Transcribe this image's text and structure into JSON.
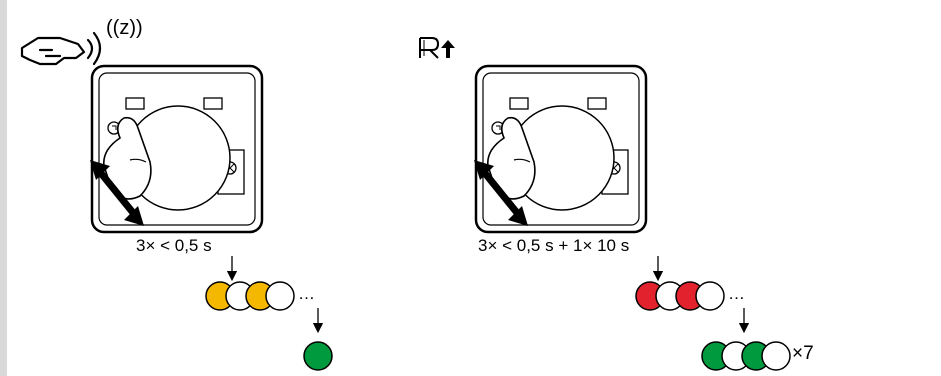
{
  "colors": {
    "amber": "#f5b800",
    "red": "#e2232e",
    "green": "#009a3e",
    "stroke": "#000000",
    "strip": "#d9d9d9"
  },
  "left_panel": {
    "mode_icon": "pairing-handshake-icon",
    "instruction": "3× < 0,5 s",
    "blink_pattern": [
      "amber",
      "white",
      "amber",
      "white"
    ],
    "continuation": "…",
    "result_led": "green"
  },
  "right_panel": {
    "mode_icon": "reset-icon",
    "mode_icon_text": "R",
    "instruction": "3× < 0,5 s + 1× 10 s",
    "blink_pattern": [
      "red",
      "white",
      "red",
      "white"
    ],
    "continuation": "…",
    "result_pattern": [
      "green",
      "white",
      "green",
      "white"
    ],
    "result_multiplier": "×7"
  }
}
